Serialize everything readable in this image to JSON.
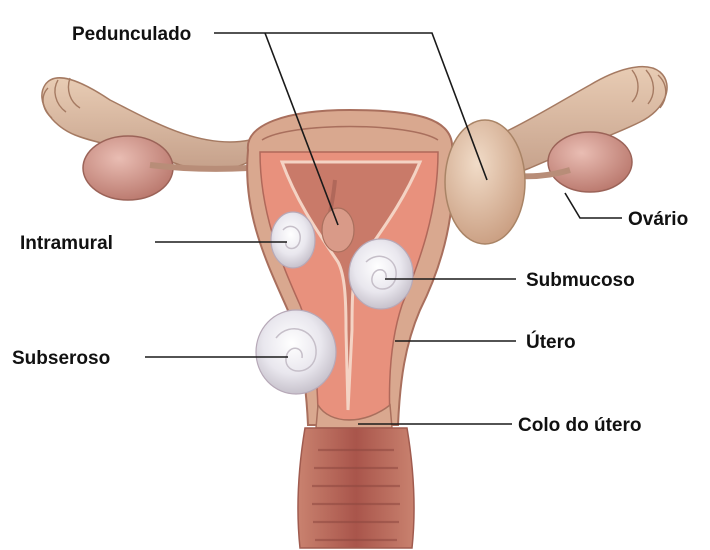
{
  "diagram": {
    "labels": {
      "pedunculado": "Pedunculado",
      "intramural": "Intramural",
      "subseroso": "Subseroso",
      "submucoso": "Submucoso",
      "utero": "Útero",
      "colo": "Colo do útero",
      "ovario": "Ovário"
    },
    "colors": {
      "outer_tissue": "#d9a88f",
      "inner_tissue": "#e8917d",
      "cavity": "#c97a69",
      "tube": "#d8b79c",
      "ovary": "#cf9a8f",
      "fibroid": "#e6e3ea",
      "background": "#ffffff"
    }
  }
}
